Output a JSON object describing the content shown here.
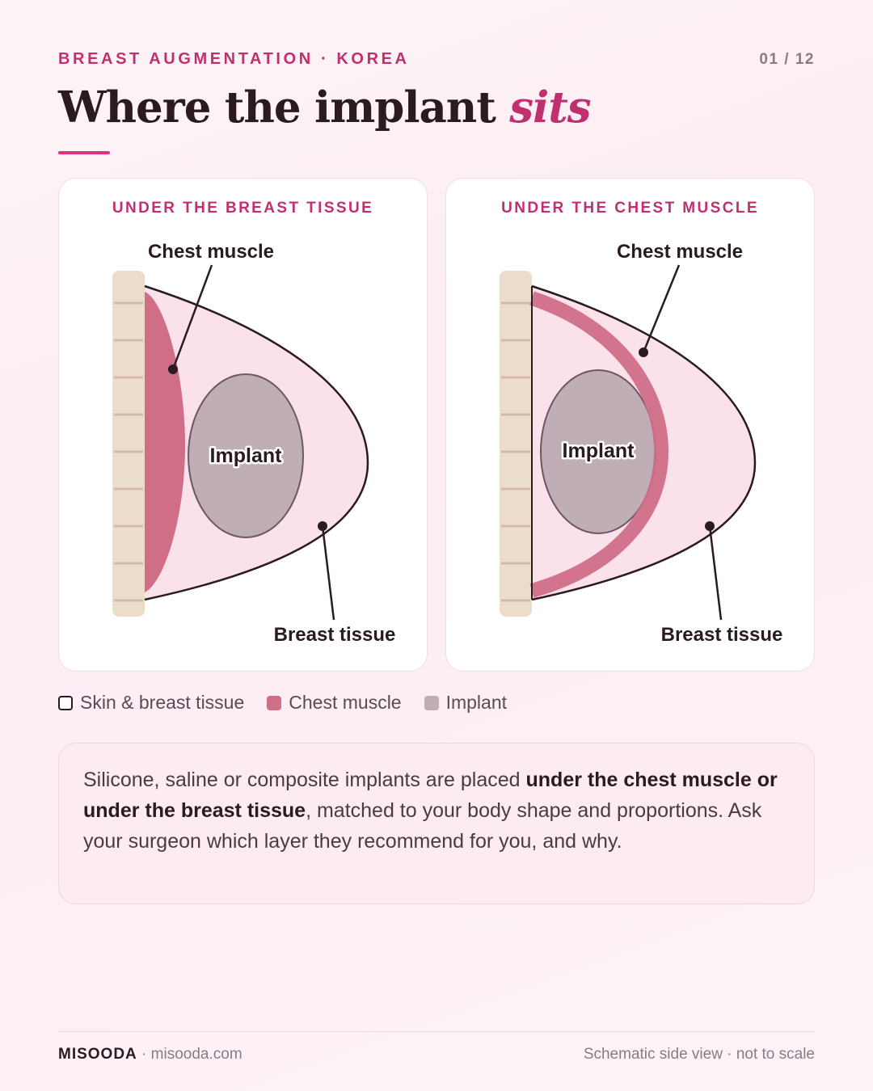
{
  "header": {
    "eyebrow": "BREAST AUGMENTATION · KOREA",
    "pager": "01 / 12",
    "title_main": "Where the implant",
    "title_accent": "sits"
  },
  "panels": [
    {
      "heading": "UNDER THE BREAST TISSUE",
      "label_muscle": "Chest muscle",
      "label_implant": "Implant",
      "label_tissue": "Breast tissue"
    },
    {
      "heading": "UNDER THE CHEST MUSCLE",
      "label_muscle": "Chest muscle",
      "label_implant": "Implant",
      "label_tissue": "Breast tissue"
    }
  ],
  "legend": [
    {
      "label": "Skin & breast tissue",
      "color": "#ffffff"
    },
    {
      "label": "Chest muscle",
      "color": "#d06e88"
    },
    {
      "label": "Implant",
      "color": "#c0aeb6"
    }
  ],
  "note": {
    "part1": "Silicone, saline or composite implants are placed ",
    "bold": "under the chest muscle or under the breast tissue",
    "part2": ", matched to your body shape and proportions. Ask your surgeon which layer they recommend for you, and why."
  },
  "footer": {
    "brand": "MISOODA",
    "site": " · misooda.com",
    "caption": "Schematic side view · not to scale"
  },
  "colors": {
    "accent": "#c0306f",
    "rib": "#ecdccb",
    "rib_line": "#d2bca8",
    "tissue": "#fbe1ea",
    "muscle": "#d06e88",
    "implant": "#c0aeb6",
    "outline": "#2a1a22"
  }
}
